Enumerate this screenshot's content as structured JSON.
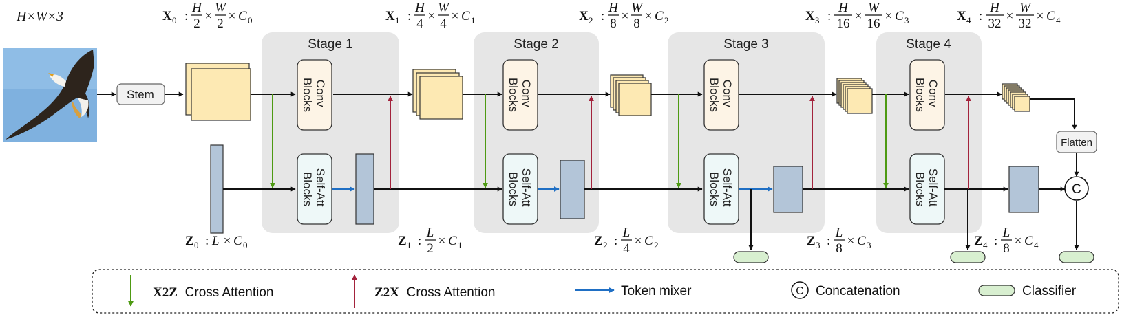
{
  "input": {
    "dims": "H×W×3"
  },
  "features": [
    {
      "name": "X",
      "sub": "0",
      "hnum": "H",
      "hden": "2",
      "wnum": "W",
      "wden": "2",
      "c": "C",
      "csub": "0"
    },
    {
      "name": "X",
      "sub": "1",
      "hnum": "H",
      "hden": "4",
      "wnum": "W",
      "wden": "4",
      "c": "C",
      "csub": "1"
    },
    {
      "name": "X",
      "sub": "2",
      "hnum": "H",
      "hden": "8",
      "wnum": "W",
      "wden": "8",
      "c": "C",
      "csub": "2"
    },
    {
      "name": "X",
      "sub": "3",
      "hnum": "H",
      "hden": "16",
      "wnum": "W",
      "wden": "16",
      "c": "C",
      "csub": "3"
    },
    {
      "name": "X",
      "sub": "4",
      "hnum": "H",
      "hden": "32",
      "wnum": "W",
      "wden": "32",
      "c": "C",
      "csub": "4"
    }
  ],
  "tokens": [
    {
      "name": "Z",
      "sub": "0",
      "lnum": "L",
      "lden": "",
      "c": "C",
      "csub": "0"
    },
    {
      "name": "Z",
      "sub": "1",
      "lnum": "L",
      "lden": "2",
      "c": "C",
      "csub": "1"
    },
    {
      "name": "Z",
      "sub": "2",
      "lnum": "L",
      "lden": "4",
      "c": "C",
      "csub": "2"
    },
    {
      "name": "Z",
      "sub": "3",
      "lnum": "L",
      "lden": "8",
      "c": "C",
      "csub": "3"
    },
    {
      "name": "Z",
      "sub": "4",
      "lnum": "L",
      "lden": "8",
      "c": "C",
      "csub": "4"
    }
  ],
  "stages": [
    "Stage 1",
    "Stage 2",
    "Stage 3",
    "Stage 4"
  ],
  "blocks": {
    "conv_line1": "Conv",
    "conv_line2": "Blocks",
    "att_line1": "Self-Att",
    "att_line2": "Blocks"
  },
  "stem_label": "Stem",
  "flatten_label": "Flatten",
  "concat_symbol": "C",
  "legend": {
    "x2z_symbol": "X2Z",
    "x2z_text": "Cross Attention",
    "z2x_symbol": "Z2X",
    "z2x_text": "Cross Attention",
    "token_mixer": "Token mixer",
    "concat_symbol": "C",
    "concatenation": "Concatenation",
    "classifier": "Classifier"
  },
  "colors": {
    "x2z_arrow": "#4e9a13",
    "z2x_arrow": "#a3233c",
    "token_mixer_arrow": "#1f6fc4",
    "stage_bg": "#e6e6e6",
    "conv_block": "#fdf4e6",
    "att_block": "#eef8f8",
    "feature_map": "#fde9b3",
    "token_bar": "#b3c5d8",
    "classifier": "#d8efd0",
    "stem_flatten": "#f2f2f2",
    "sky": "#7fb1df"
  },
  "icons": [
    "eagle-image",
    "concat-icon",
    "arrow-icon"
  ]
}
